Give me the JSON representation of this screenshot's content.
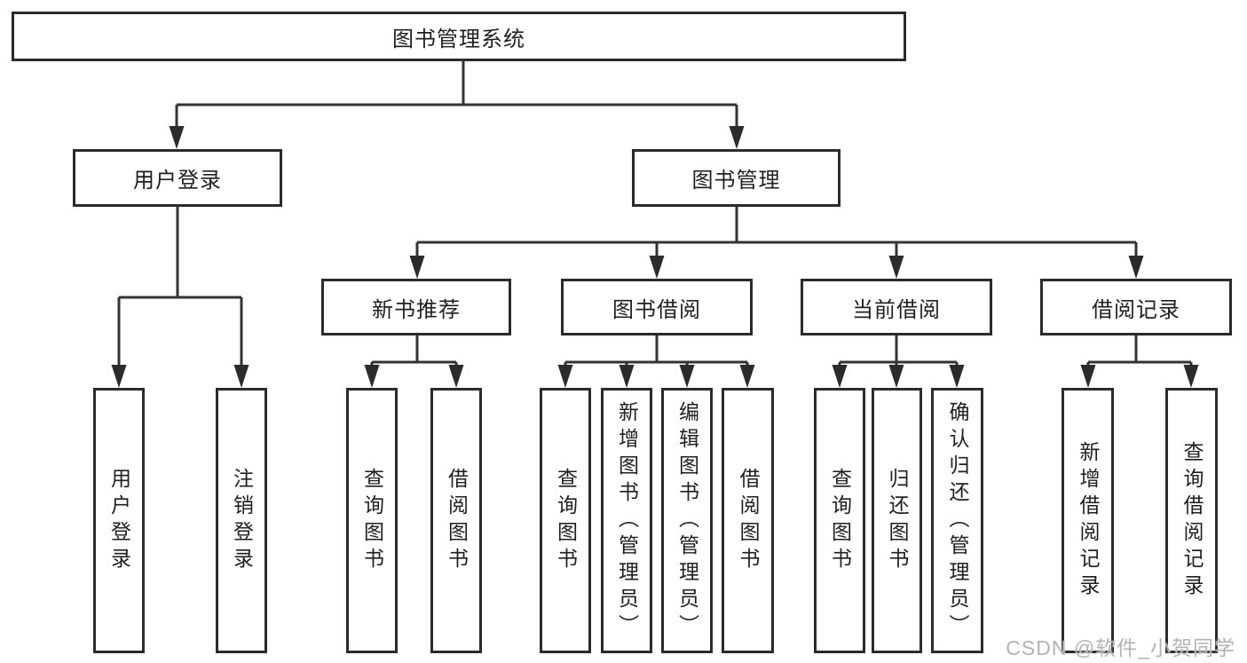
{
  "diagram": {
    "type": "tree",
    "root": "图书管理系统",
    "branches": [
      {
        "label": "用户登录",
        "children": [
          {
            "label": "用户登录"
          },
          {
            "label": "注销登录"
          }
        ]
      },
      {
        "label": "图书管理",
        "children": [
          {
            "label": "新书推荐",
            "children": [
              {
                "label": "查询图书"
              },
              {
                "label": "借阅图书"
              }
            ]
          },
          {
            "label": "图书借阅",
            "children": [
              {
                "label": "查询图书"
              },
              {
                "label": "新增图书（管理员）"
              },
              {
                "label": "编辑图书（管理员）"
              },
              {
                "label": "借阅图书"
              }
            ]
          },
          {
            "label": "当前借阅",
            "children": [
              {
                "label": "查询图书"
              },
              {
                "label": "归还图书"
              },
              {
                "label": "确认归还（管理员）"
              }
            ]
          },
          {
            "label": "借阅记录",
            "children": [
              {
                "label": "新增借阅记录"
              },
              {
                "label": "查询借阅记录"
              }
            ]
          }
        ]
      }
    ]
  },
  "watermark": {
    "text": "CSDN @软件_小贺同学"
  },
  "colors": {
    "background": "#ffffff",
    "line": "#333333",
    "box_border": "#2b2b2b",
    "text": "#1f1f1f",
    "watermark": "#b3b3b3"
  }
}
